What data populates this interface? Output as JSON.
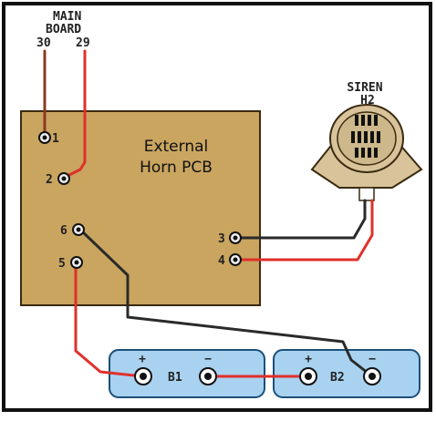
{
  "main_board": {
    "line1": "MAIN",
    "line2": "BOARD",
    "pin_a": "30",
    "pin_b": "29"
  },
  "siren": {
    "line1": "SIREN",
    "line2": "H2"
  },
  "pcb": {
    "line1": "External",
    "line2": "Horn PCB",
    "terminals": [
      "1",
      "2",
      "6",
      "5",
      "3",
      "4"
    ]
  },
  "batteries": {
    "b1": "B1",
    "b2": "B2",
    "plus": "+",
    "minus": "−"
  },
  "colors": {
    "frame": "#111111",
    "pcb_fill": "#c9a560",
    "pcb_border": "#3a2a10",
    "battery_fill": "#a8d2f0",
    "battery_border": "#1d4f7a",
    "siren_body": "#d8c39a",
    "wire_red": "#e0302a",
    "wire_black": "#2a2a2a",
    "wire_brown": "#8a3a22"
  }
}
